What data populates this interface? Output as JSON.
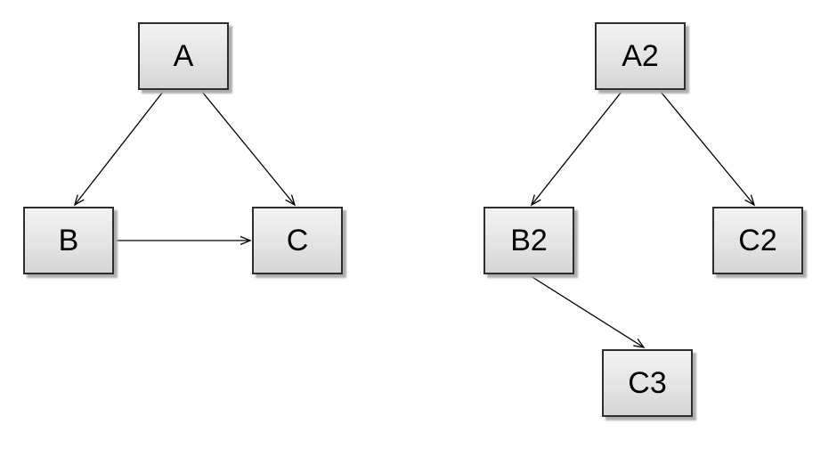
{
  "diagram": {
    "background_color": "#ffffff",
    "node_style": {
      "fill_top": "#f2f2f2",
      "fill_bottom": "#d5d5d5",
      "border_color": "#2e2e2e",
      "shadow_color": "#aeaeae",
      "text_color": "#000000"
    },
    "graphs": [
      {
        "name": "left-graph",
        "nodes": [
          {
            "id": "A",
            "label": "A"
          },
          {
            "id": "B",
            "label": "B"
          },
          {
            "id": "C",
            "label": "C"
          }
        ],
        "edges": [
          {
            "from": "A",
            "to": "B",
            "direction": "arrow"
          },
          {
            "from": "A",
            "to": "C",
            "direction": "arrow"
          },
          {
            "from": "B",
            "to": "C",
            "direction": "arrow"
          }
        ]
      },
      {
        "name": "right-graph",
        "nodes": [
          {
            "id": "A2",
            "label": "A2"
          },
          {
            "id": "B2",
            "label": "B2"
          },
          {
            "id": "C2",
            "label": "C2"
          },
          {
            "id": "C3",
            "label": "C3"
          }
        ],
        "edges": [
          {
            "from": "A2",
            "to": "B2",
            "direction": "arrow"
          },
          {
            "from": "A2",
            "to": "C2",
            "direction": "arrow"
          },
          {
            "from": "B2",
            "to": "C3",
            "direction": "arrow"
          }
        ]
      }
    ]
  }
}
